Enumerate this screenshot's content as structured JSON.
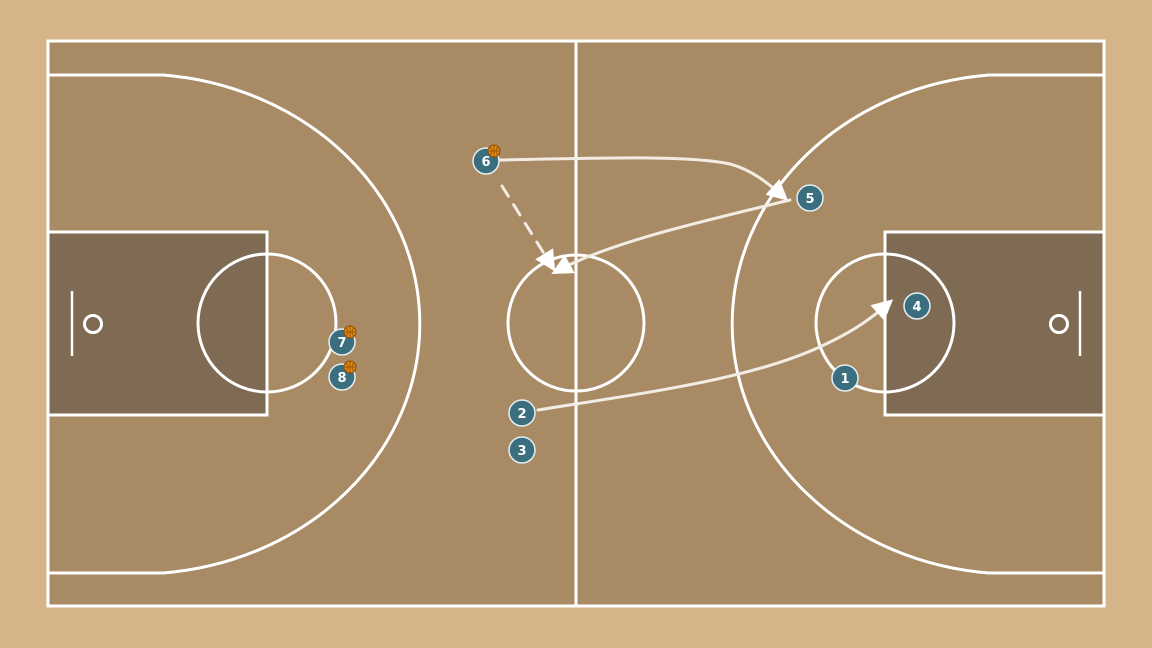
{
  "court": {
    "colors": {
      "outer_floor": "#d6b48a",
      "court_floor": "#a88a65",
      "paint": "#7f6a53",
      "lines": "#ffffff",
      "player_fill": "#3b6f80",
      "player_stroke": "#e6eef2",
      "ball": "#e58a12",
      "path": "#f2ece4"
    }
  },
  "players": [
    {
      "label": "1",
      "icon": "player-marker",
      "has_ball": false
    },
    {
      "label": "2",
      "icon": "player-marker",
      "has_ball": false
    },
    {
      "label": "3",
      "icon": "player-marker",
      "has_ball": false
    },
    {
      "label": "4",
      "icon": "player-marker",
      "has_ball": false
    },
    {
      "label": "5",
      "icon": "player-marker",
      "has_ball": false
    },
    {
      "label": "6",
      "icon": "player-marker",
      "has_ball": true
    },
    {
      "label": "7",
      "icon": "player-marker",
      "has_ball": true
    },
    {
      "label": "8",
      "icon": "player-marker",
      "has_ball": true
    }
  ],
  "movements": [
    {
      "from": "6",
      "to": "5",
      "style": "cut",
      "icon": "arrow-icon"
    },
    {
      "from": "5",
      "to": "center-circle",
      "style": "cut",
      "icon": "arrow-icon"
    },
    {
      "from": "2",
      "to": "4",
      "style": "cut",
      "icon": "arrow-icon"
    },
    {
      "from": "6",
      "to": "center-circle",
      "style": "pass",
      "icon": "arrow-icon"
    }
  ]
}
